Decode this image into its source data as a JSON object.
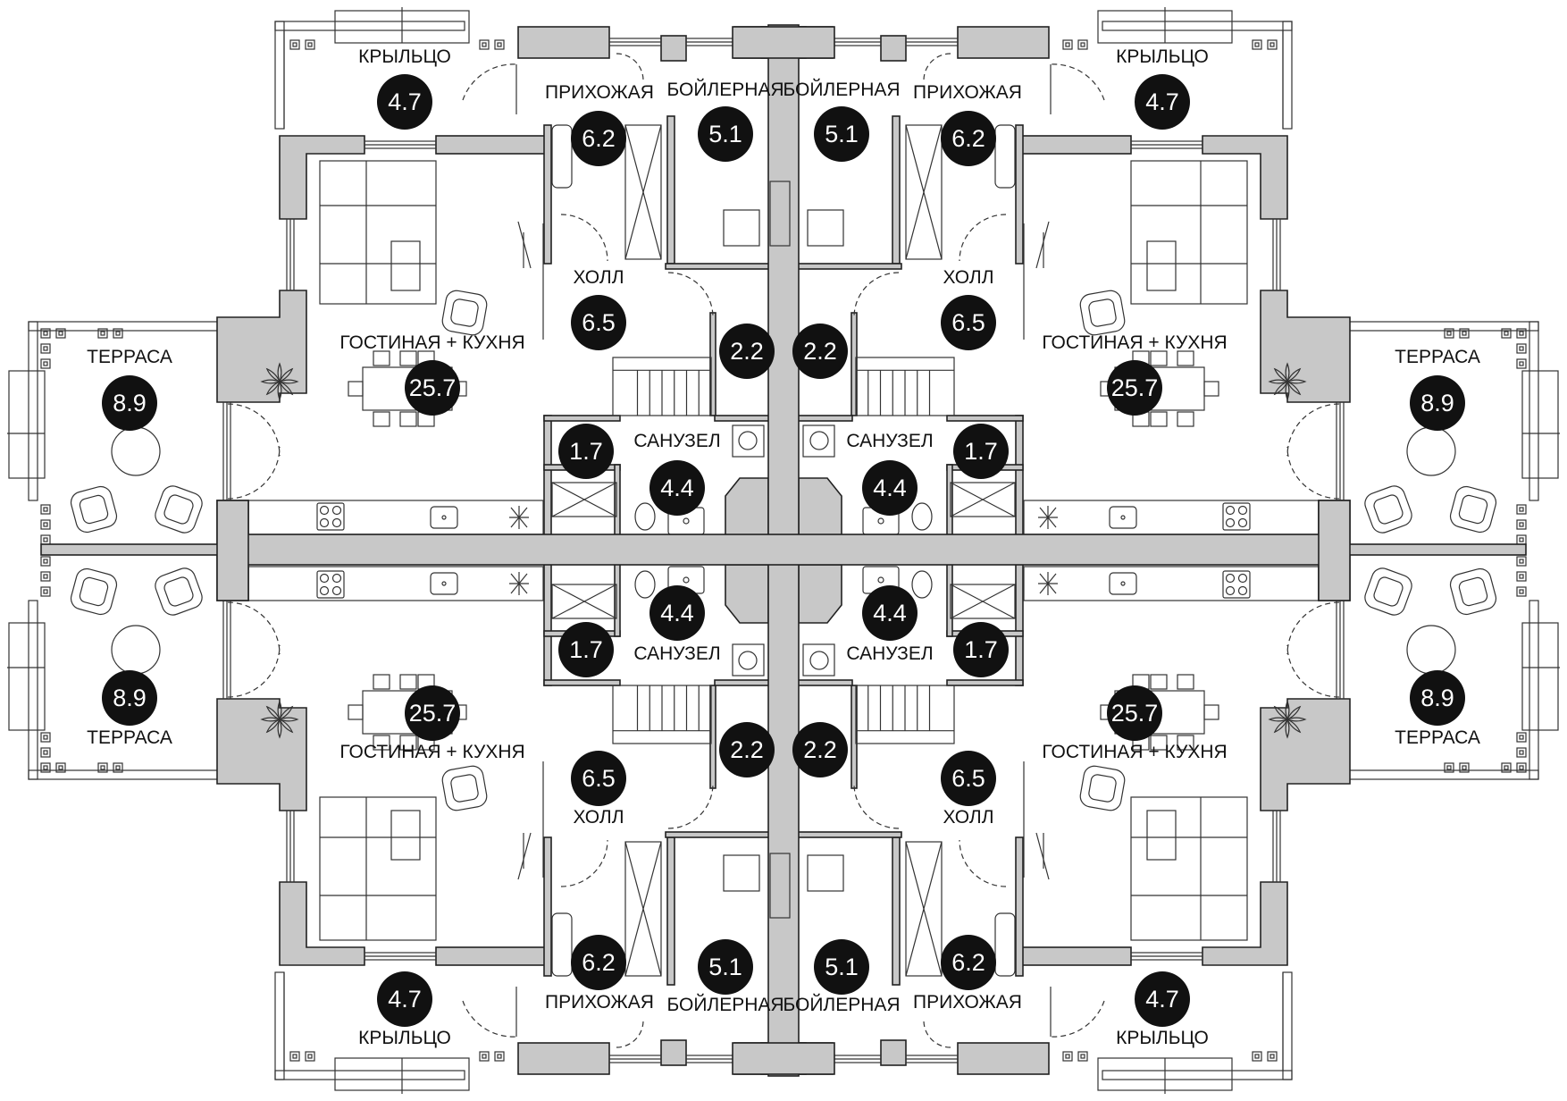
{
  "colors": {
    "wall": "#c8c8c8",
    "wall_stroke": "#222222",
    "line": "#333333",
    "badge": "#111111",
    "badge_text": "#ffffff",
    "label": "#111111"
  },
  "quadrants": [
    {
      "id": "top-left",
      "rooms": [
        {
          "key": "porch",
          "name": "КРЫЛЬЦО",
          "area": "4.7"
        },
        {
          "key": "entrance",
          "name": "ПРИХОЖАЯ",
          "area": "6.2"
        },
        {
          "key": "boiler",
          "name": "БОЙЛЕРНАЯ",
          "area": "5.1"
        },
        {
          "key": "hall",
          "name": "ХОЛЛ",
          "area": "6.5"
        },
        {
          "key": "closet",
          "name": "",
          "area": "2.2"
        },
        {
          "key": "living",
          "name": "ГОСТИНАЯ + КУХНЯ",
          "area": "25.7"
        },
        {
          "key": "terrace",
          "name": "ТЕРРАСА",
          "area": "8.9"
        },
        {
          "key": "storage",
          "name": "",
          "area": "1.7"
        },
        {
          "key": "bath",
          "name": "САНУЗЕЛ",
          "area": "4.4"
        }
      ]
    },
    {
      "id": "top-right",
      "rooms": [
        {
          "key": "porch",
          "name": "КРЫЛЬЦО",
          "area": "4.7"
        },
        {
          "key": "entrance",
          "name": "ПРИХОЖАЯ",
          "area": "6.2"
        },
        {
          "key": "boiler",
          "name": "БОЙЛЕРНАЯ",
          "area": "5.1"
        },
        {
          "key": "hall",
          "name": "ХОЛЛ",
          "area": "6.5"
        },
        {
          "key": "closet",
          "name": "",
          "area": "2.2"
        },
        {
          "key": "living",
          "name": "ГОСТИНАЯ + КУХНЯ",
          "area": "25.7"
        },
        {
          "key": "terrace",
          "name": "ТЕРРАСА",
          "area": "8.9"
        },
        {
          "key": "storage",
          "name": "",
          "area": "1.7"
        },
        {
          "key": "bath",
          "name": "САНУЗЕЛ",
          "area": "4.4"
        }
      ]
    },
    {
      "id": "bottom-left",
      "rooms": [
        {
          "key": "porch",
          "name": "КРЫЛЬЦО",
          "area": "4.7"
        },
        {
          "key": "entrance",
          "name": "ПРИХОЖАЯ",
          "area": "6.2"
        },
        {
          "key": "boiler",
          "name": "БОЙЛЕРНАЯ",
          "area": "5.1"
        },
        {
          "key": "hall",
          "name": "ХОЛЛ",
          "area": "6.5"
        },
        {
          "key": "closet",
          "name": "",
          "area": "2.2"
        },
        {
          "key": "living",
          "name": "ГОСТИНАЯ + КУХНЯ",
          "area": "25.7"
        },
        {
          "key": "terrace",
          "name": "ТЕРРАСА",
          "area": "8.9"
        },
        {
          "key": "storage",
          "name": "",
          "area": "1.7"
        },
        {
          "key": "bath",
          "name": "САНУЗЕЛ",
          "area": "4.4"
        }
      ]
    },
    {
      "id": "bottom-right",
      "rooms": [
        {
          "key": "porch",
          "name": "КРЫЛЬЦО",
          "area": "4.7"
        },
        {
          "key": "entrance",
          "name": "ПРИХОЖАЯ",
          "area": "6.2"
        },
        {
          "key": "boiler",
          "name": "БОЙЛЕРНАЯ",
          "area": "5.1"
        },
        {
          "key": "hall",
          "name": "ХОЛЛ",
          "area": "6.5"
        },
        {
          "key": "closet",
          "name": "",
          "area": "2.2"
        },
        {
          "key": "living",
          "name": "ГОСТИНАЯ + КУХНЯ",
          "area": "25.7"
        },
        {
          "key": "terrace",
          "name": "ТЕРРАСА",
          "area": "8.9"
        },
        {
          "key": "storage",
          "name": "",
          "area": "1.7"
        },
        {
          "key": "bath",
          "name": "САНУЗЕЛ",
          "area": "4.4"
        }
      ]
    }
  ]
}
